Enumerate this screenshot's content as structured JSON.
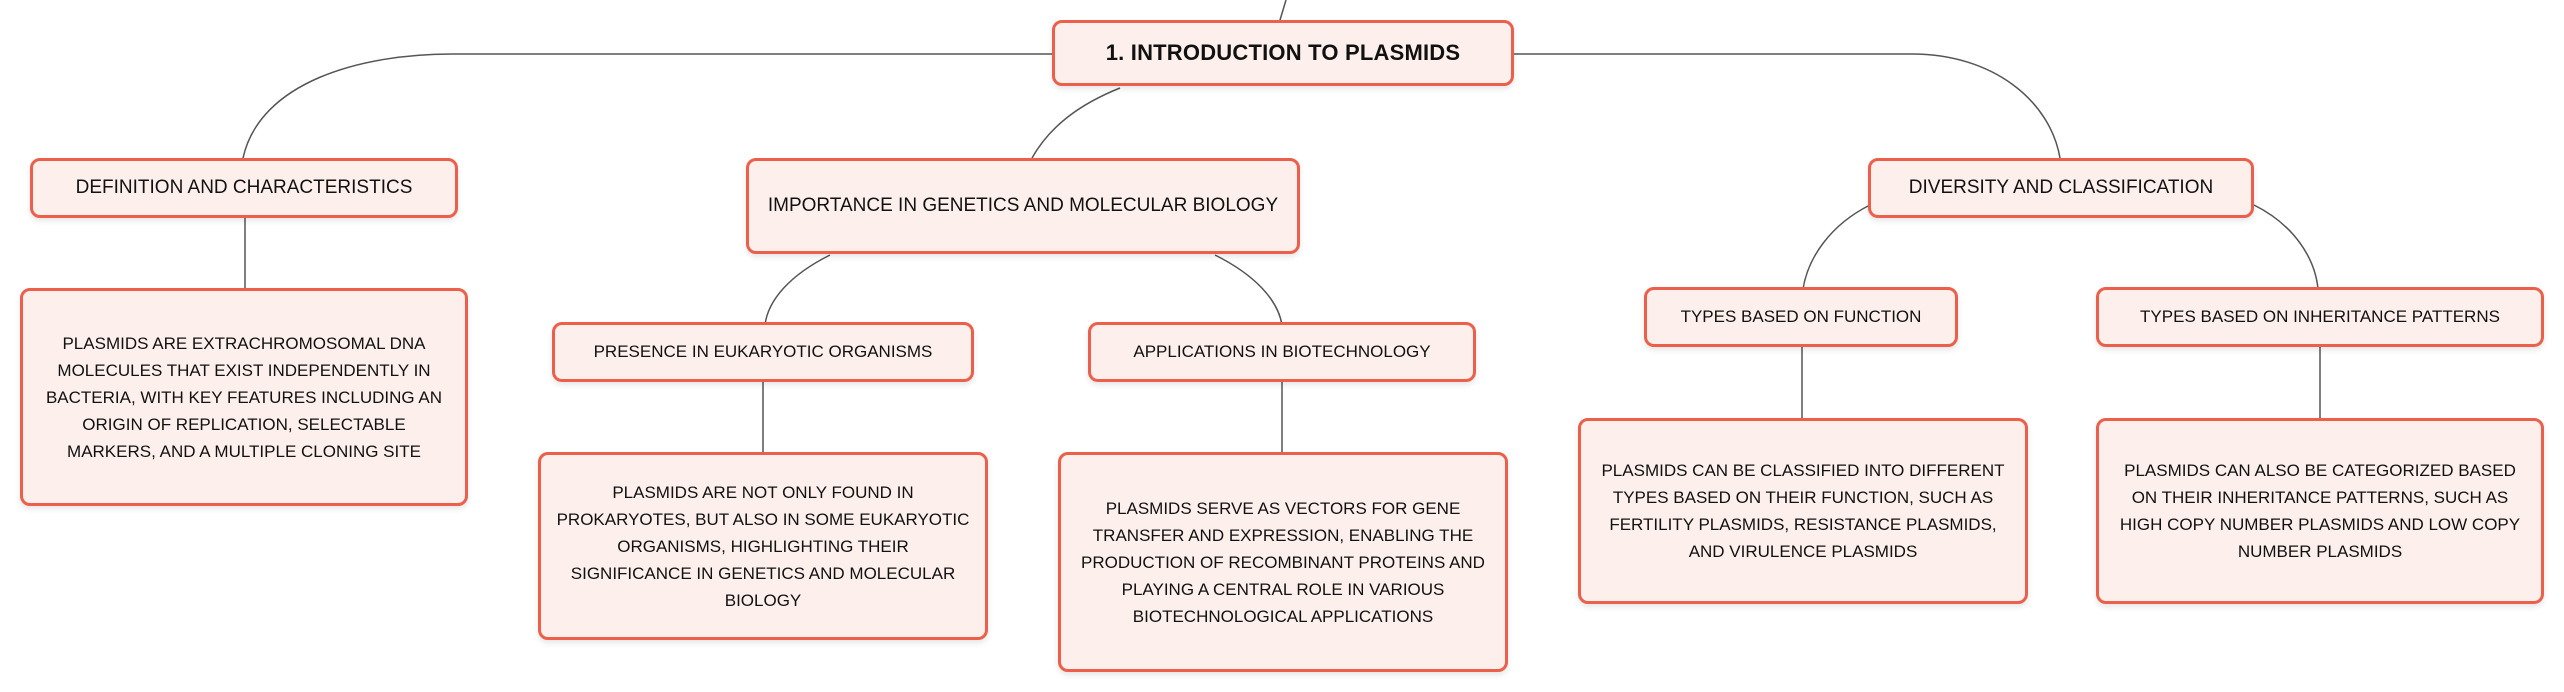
{
  "root": {
    "label": "1. INTRODUCTION TO PLASMIDS"
  },
  "branches": {
    "definition": {
      "label": "DEFINITION AND CHARACTERISTICS",
      "detail": "PLASMIDS ARE EXTRACHROMOSOMAL DNA MOLECULES THAT EXIST INDEPENDENTLY IN BACTERIA, WITH KEY FEATURES INCLUDING AN ORIGIN OF REPLICATION, SELECTABLE MARKERS, AND A MULTIPLE CLONING SITE"
    },
    "importance": {
      "label": "IMPORTANCE IN GENETICS AND MOLECULAR BIOLOGY",
      "children": {
        "eukaryotic": {
          "label": "PRESENCE IN EUKARYOTIC ORGANISMS",
          "detail": "PLASMIDS ARE NOT ONLY FOUND IN PROKARYOTES, BUT ALSO IN SOME EUKARYOTIC ORGANISMS, HIGHLIGHTING THEIR SIGNIFICANCE IN GENETICS AND MOLECULAR BIOLOGY"
        },
        "biotech": {
          "label": "APPLICATIONS IN BIOTECHNOLOGY",
          "detail": "PLASMIDS SERVE AS VECTORS FOR GENE TRANSFER AND EXPRESSION, ENABLING THE PRODUCTION OF RECOMBINANT PROTEINS AND PLAYING A CENTRAL ROLE IN VARIOUS BIOTECHNOLOGICAL APPLICATIONS"
        }
      }
    },
    "diversity": {
      "label": "DIVERSITY AND CLASSIFICATION",
      "children": {
        "function": {
          "label": "TYPES BASED ON FUNCTION",
          "detail": "PLASMIDS CAN BE CLASSIFIED INTO DIFFERENT TYPES BASED ON THEIR FUNCTION, SUCH AS FERTILITY PLASMIDS, RESISTANCE PLASMIDS, AND VIRULENCE PLASMIDS"
        },
        "inheritance": {
          "label": "TYPES BASED ON INHERITANCE PATTERNS",
          "detail": "PLASMIDS CAN ALSO BE CATEGORIZED BASED ON THEIR INHERITANCE PATTERNS, SUCH AS HIGH COPY NUMBER PLASMIDS AND LOW COPY NUMBER PLASMIDS"
        }
      }
    }
  },
  "colors": {
    "node_border": "#ec5f4a",
    "node_fill": "#fdf0ec",
    "connector": "#555555"
  }
}
